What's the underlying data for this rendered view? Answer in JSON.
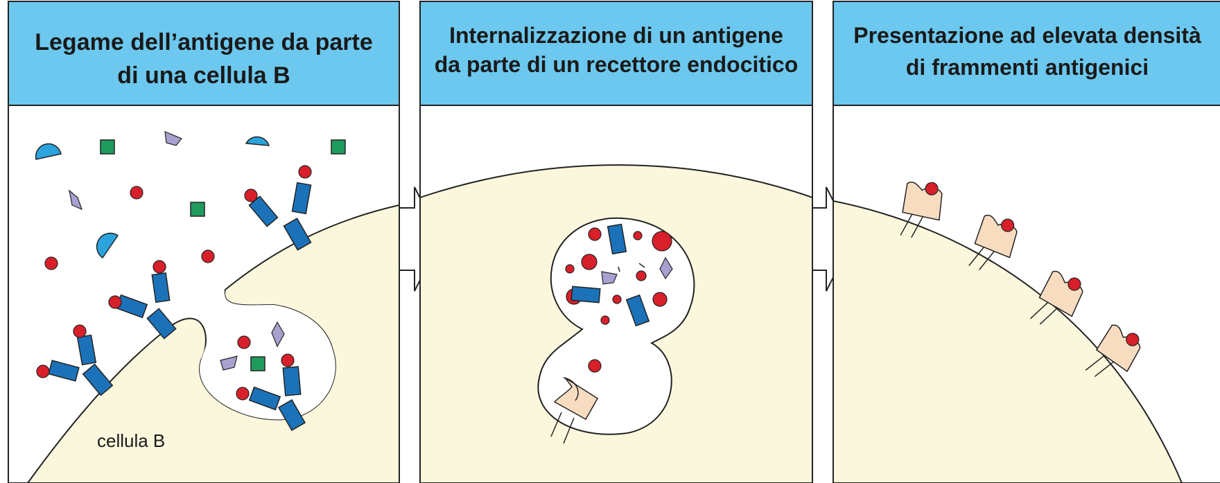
{
  "panels": [
    {
      "title_line1": "Legame dell’antigene da parte",
      "title_line2": "di una cellula B"
    },
    {
      "title_line1": "Internalizzazione di un antigene",
      "title_line2": "da parte di un recettore endocitico"
    },
    {
      "title_line1": "Presentazione ad elevata densità",
      "title_line2": "di frammenti antigenici"
    }
  ],
  "cell_label": "cellula B",
  "colors": {
    "header": "#6cc8ee",
    "cell": "#fbf7dd",
    "antigen_red": "#d8202a",
    "antibody_blue": "#1c72b8",
    "antigen_green": "#1f9b5e",
    "antigen_purple": "#a9a0d0",
    "antigen_cyan": "#2ba3dc",
    "mhc": "#f8dcc0"
  }
}
